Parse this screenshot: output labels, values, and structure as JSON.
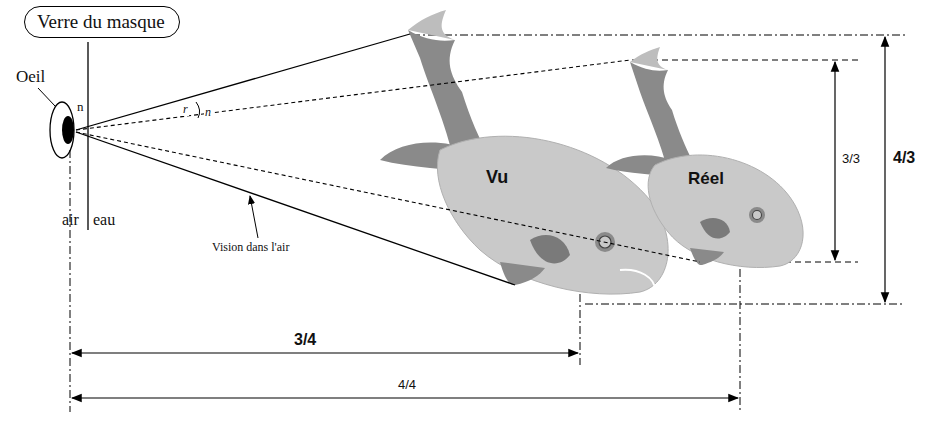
{
  "diagram": {
    "nodes": [
      {
        "text": [
          "Verre du masque"
        ]
      }
    ],
    "labels": [
      "Oeil",
      "n",
      "r",
      "n",
      "air",
      "eau",
      "Vision dans l'air",
      "Vu",
      "Réel",
      "3/3",
      "4/3",
      "3/4",
      "4/4"
    ]
  }
}
